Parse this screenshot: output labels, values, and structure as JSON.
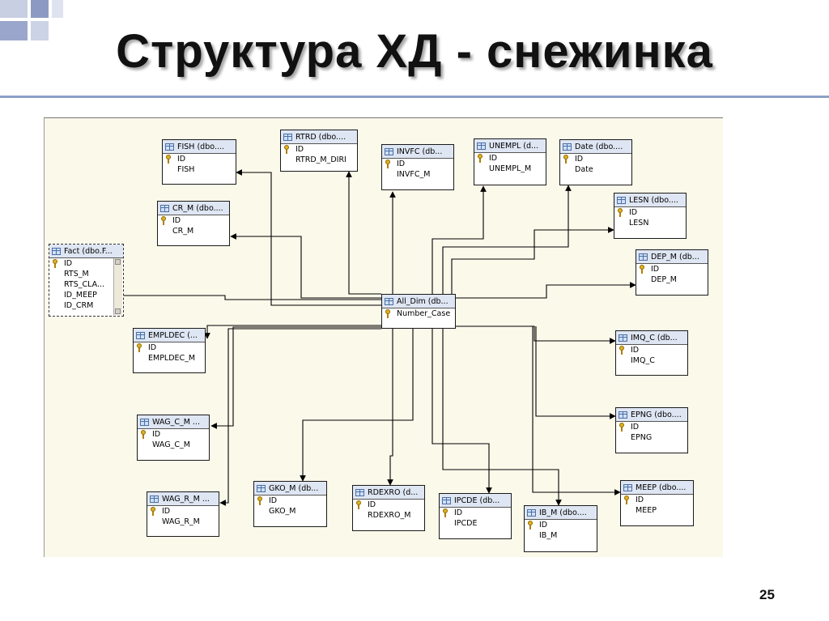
{
  "slide": {
    "title": "Структура ХД - снежинка",
    "page_number": "25"
  },
  "colors": {
    "rule": "#8aa0c8",
    "canvas": "#fbf9ea",
    "table_header": "#dfe6f3",
    "decor_squares": [
      "#c9cfe2",
      "#ccd3e6",
      "#8c9ac2",
      "#9aa6cc"
    ]
  },
  "tables": {
    "fact": {
      "title": "Fact (dbo.F...",
      "rows": [
        "ID",
        "RTS_M",
        "RTS_CLA...",
        "ID_MEEP",
        "ID_CRM"
      ]
    },
    "all_dim": {
      "title": "All_Dim (db...",
      "rows": [
        "Number_Case"
      ]
    },
    "fish": {
      "title": "FISH (dbo....",
      "rows": [
        "ID",
        "FISH"
      ]
    },
    "rtrd": {
      "title": "RTRD (dbo....",
      "rows": [
        "ID",
        "RTRD_M_DIRI"
      ]
    },
    "invfc": {
      "title": "INVFC (db...",
      "rows": [
        "ID",
        "INVFC_M"
      ]
    },
    "unempl": {
      "title": "UNEMPL (d...",
      "rows": [
        "ID",
        "UNEMPL_M"
      ]
    },
    "date": {
      "title": "Date (dbo....",
      "rows": [
        "ID",
        "Date"
      ]
    },
    "lesn": {
      "title": "LESN (dbo....",
      "rows": [
        "ID",
        "LESN"
      ]
    },
    "dep_m": {
      "title": "DEP_M (db...",
      "rows": [
        "ID",
        "DEP_M"
      ]
    },
    "cr_m": {
      "title": "CR_M (dbo....",
      "rows": [
        "ID",
        "CR_M"
      ]
    },
    "empldec": {
      "title": "EMPLDEC (...",
      "rows": [
        "ID",
        "EMPLDEC_M"
      ]
    },
    "imq_c": {
      "title": "IMQ_C (db...",
      "rows": [
        "ID",
        "IMQ_C"
      ]
    },
    "wag_c_m": {
      "title": "WAG_C_M ...",
      "rows": [
        "ID",
        "WAG_C_M"
      ]
    },
    "epng": {
      "title": "EPNG (dbo....",
      "rows": [
        "ID",
        "EPNG"
      ]
    },
    "wag_r_m": {
      "title": "WAG_R_M ...",
      "rows": [
        "ID",
        "WAG_R_M"
      ]
    },
    "gko_m": {
      "title": "GKO_M (db...",
      "rows": [
        "ID",
        "GKO_M"
      ]
    },
    "rdexro": {
      "title": "RDEXRO (d...",
      "rows": [
        "ID",
        "RDEXRO_M"
      ]
    },
    "ipcde": {
      "title": "IPCDE (db...",
      "rows": [
        "ID",
        "IPCDE"
      ]
    },
    "ib_m": {
      "title": "IB_M (dbo....",
      "rows": [
        "ID",
        "IB_M"
      ]
    },
    "meep": {
      "title": "MEEP (dbo....",
      "rows": [
        "ID",
        "MEEP"
      ]
    }
  }
}
